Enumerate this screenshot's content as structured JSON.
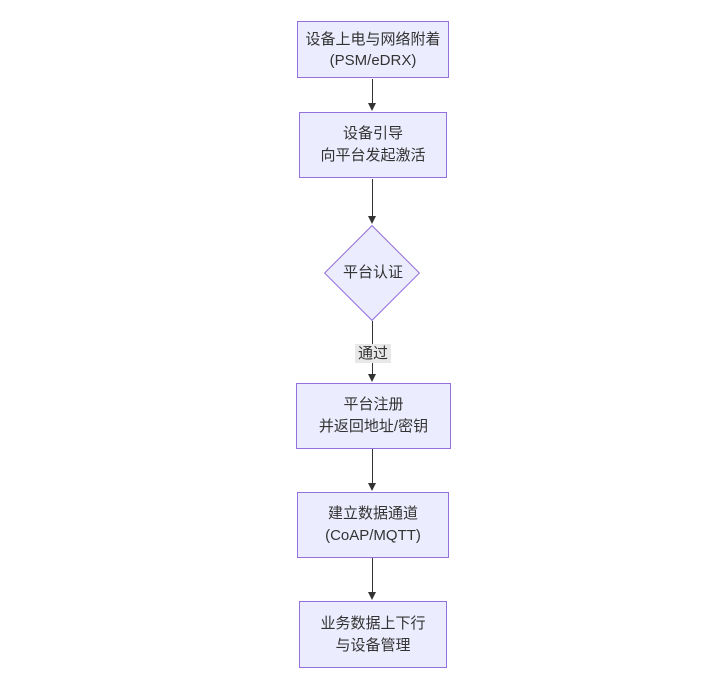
{
  "diagram": {
    "type": "flowchart-top-down",
    "colors": {
      "node_fill": "#ECECFF",
      "node_border": "#9370DB",
      "text": "#333333",
      "arrow": "#333333",
      "edge_label_bg": "#e8e8e8"
    },
    "nodes": {
      "attach": {
        "line1": "设备上电与网络附着",
        "line2": "(PSM/eDRX)"
      },
      "bootstrap": {
        "line1": "设备引导",
        "line2": "向平台发起激活"
      },
      "auth": {
        "label": "平台认证"
      },
      "register": {
        "line1": "平台注册",
        "line2": "并返回地址/密钥"
      },
      "channel": {
        "line1": "建立数据通道",
        "line2": "(CoAP/MQTT)"
      },
      "business": {
        "line1": "业务数据上下行",
        "line2": "与设备管理"
      }
    },
    "edges": {
      "auth_pass_label": "通过"
    }
  }
}
